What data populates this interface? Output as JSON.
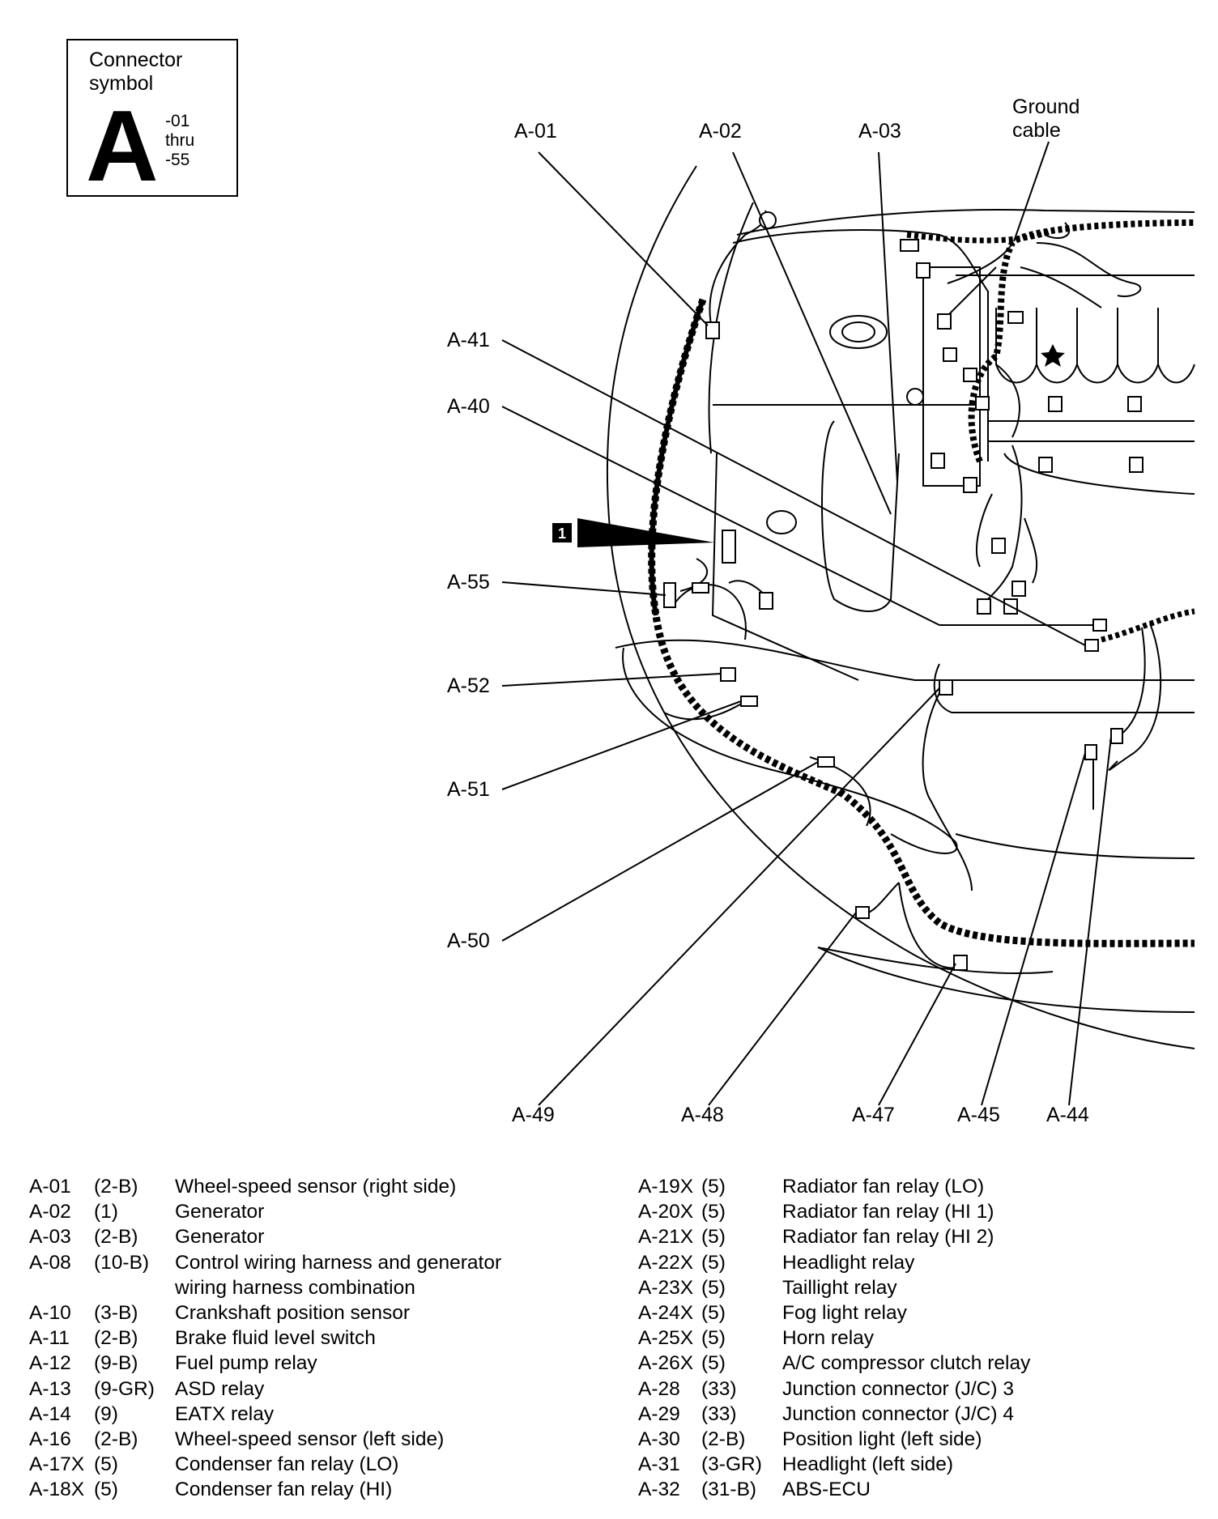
{
  "connector_symbol": {
    "title": "Connector symbol",
    "letter": "A",
    "range": [
      "-01",
      "thru",
      "-55"
    ]
  },
  "ground_cable": [
    "Ground",
    "cable"
  ],
  "callout_marker": "1",
  "diagram_labels": {
    "a01": "A-01",
    "a02": "A-02",
    "a03": "A-03",
    "a41": "A-41",
    "a40": "A-40",
    "a55": "A-55",
    "a52": "A-52",
    "a51": "A-51",
    "a50": "A-50",
    "a49": "A-49",
    "a48": "A-48",
    "a47": "A-47",
    "a45": "A-45",
    "a44": "A-44"
  },
  "legend_left": [
    {
      "code": "A-01",
      "pos": "(2-B)",
      "desc": "Wheel-speed sensor (right side)"
    },
    {
      "code": "A-02",
      "pos": "(1)",
      "desc": "Generator"
    },
    {
      "code": "A-03",
      "pos": "(2-B)",
      "desc": "Generator"
    },
    {
      "code": "A-08",
      "pos": "(10-B)",
      "desc": "Control wiring harness and generator"
    },
    {
      "code": "",
      "pos": "",
      "desc": "wiring harness combination"
    },
    {
      "code": "A-10",
      "pos": "(3-B)",
      "desc": "Crankshaft position sensor"
    },
    {
      "code": "A-11",
      "pos": "(2-B)",
      "desc": "Brake fluid level switch"
    },
    {
      "code": "A-12",
      "pos": "(9-B)",
      "desc": "Fuel pump relay"
    },
    {
      "code": "A-13",
      "pos": "(9-GR)",
      "desc": "ASD relay"
    },
    {
      "code": "A-14",
      "pos": "(9)",
      "desc": "EATX relay"
    },
    {
      "code": "A-16",
      "pos": "(2-B)",
      "desc": "Wheel-speed sensor (left side)"
    },
    {
      "code": "A-17X",
      "pos": "(5)",
      "desc": "Condenser fan relay (LO)"
    },
    {
      "code": "A-18X",
      "pos": "(5)",
      "desc": "Condenser fan relay (HI)"
    }
  ],
  "legend_right": [
    {
      "code": "A-19X",
      "pos": "(5)",
      "desc": "Radiator fan relay (LO)"
    },
    {
      "code": "A-20X",
      "pos": "(5)",
      "desc": "Radiator fan relay (HI 1)"
    },
    {
      "code": "A-21X",
      "pos": "(5)",
      "desc": "Radiator fan relay (HI 2)"
    },
    {
      "code": "A-22X",
      "pos": "(5)",
      "desc": "Headlight relay"
    },
    {
      "code": "A-23X",
      "pos": "(5)",
      "desc": "Taillight relay"
    },
    {
      "code": "A-24X",
      "pos": "(5)",
      "desc": "Fog light relay"
    },
    {
      "code": "A-25X",
      "pos": "(5)",
      "desc": "Horn relay"
    },
    {
      "code": "A-26X",
      "pos": "(5)",
      "desc": "A/C compressor clutch relay"
    },
    {
      "code": "A-28",
      "pos": "(33)",
      "desc": "Junction connector (J/C) 3"
    },
    {
      "code": "A-29",
      "pos": "(33)",
      "desc": "Junction connector (J/C) 4"
    },
    {
      "code": "A-30",
      "pos": "(2-B)",
      "desc": "Position light (left side)"
    },
    {
      "code": "A-31",
      "pos": "(3-GR)",
      "desc": "Headlight (left side)"
    },
    {
      "code": "A-32",
      "pos": "(31-B)",
      "desc": "ABS-ECU"
    }
  ]
}
